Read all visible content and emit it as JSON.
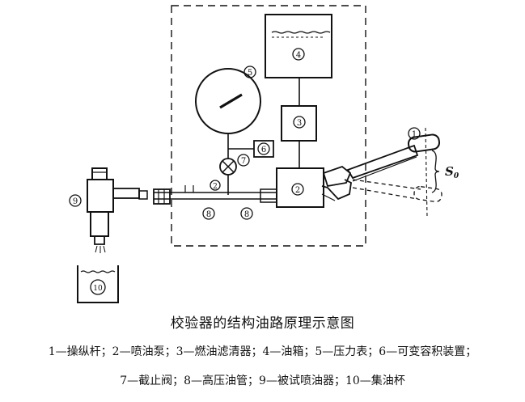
{
  "figure": {
    "markers": {
      "lever": "1",
      "pump": "2",
      "filter": "3",
      "tank": "4",
      "gauge": "5",
      "volume": "6",
      "valve": "7",
      "pipe": "8",
      "injector": "9",
      "cup": "10"
    },
    "stroke_label": "S",
    "stroke_subscript": "0"
  },
  "caption": {
    "title": "校验器的结构油路原理示意图",
    "line1": "1—操纵杆；2—喷油泵；3—燃油滤清器；4—油箱；5—压力表；6—可变容积装置；",
    "line2": "7—截止阀；8—高压油管；9—被试喷油器；10—集油杯"
  },
  "colors": {
    "ink": "#111111",
    "background": "#ffffff"
  }
}
